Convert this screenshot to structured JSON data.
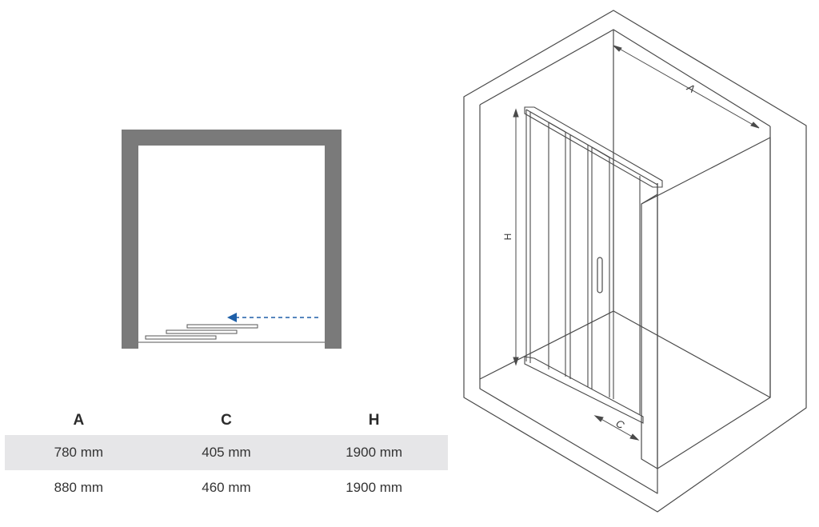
{
  "table": {
    "headers": [
      "A",
      "C",
      "H"
    ],
    "rows": [
      [
        "780 mm",
        "405 mm",
        "1900 mm"
      ],
      [
        "880 mm",
        "460 mm",
        "1900 mm"
      ]
    ]
  },
  "iso_labels": {
    "width": "A",
    "height": "H",
    "opening": "C"
  },
  "colors": {
    "wall_fill": "#7a7a7a",
    "arrow": "#1e5fa8",
    "line": "#4a4a4a",
    "row_shade": "#e6e6e8"
  }
}
